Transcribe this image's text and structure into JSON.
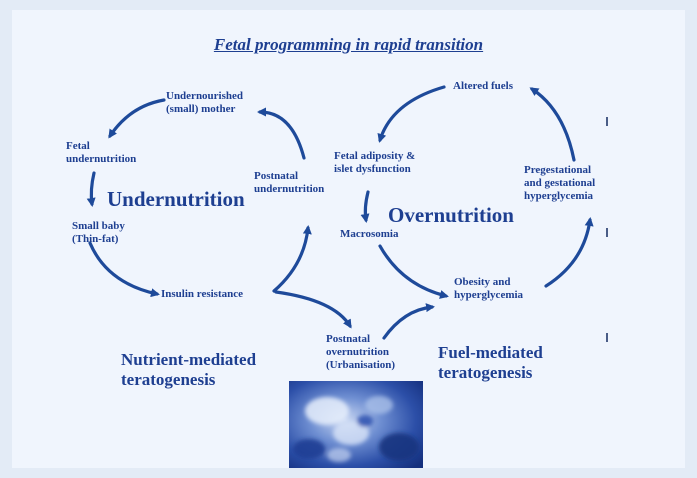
{
  "title": "Fetal programming in rapid transition",
  "undernutrition_cycle": {
    "center_label": "Undernutrition",
    "undernourished_mother": "Undernourished\n(small) mother",
    "fetal_undernutrition": "Fetal\nundernutrition",
    "small_baby": "Small baby\n(Thin-fat)",
    "insulin_resistance": "Insulin resistance",
    "postnatal_undernutrition": "Postnatal\nundernutrition"
  },
  "overnutrition_cycle": {
    "center_label": "Overnutrition",
    "altered_fuels": "Altered fuels",
    "fetal_adiposity": "Fetal adiposity &\nislet dysfunction",
    "macrosomia": "Macrosomia",
    "obesity": "Obesity and\nhyperglycemia",
    "pregestational": "Pregestational\nand gestational\nhyperglycemia"
  },
  "postnatal_overnutrition": "Postnatal\novernutrition\n(Urbanisation)",
  "nutrient_mediated": "Nutrient-mediated\nteratogenesis",
  "fuel_mediated": "Fuel-mediated\nteratogenesis",
  "colors": {
    "text": "#1e3f91",
    "arrow": "#1e4a9a",
    "background": "#f0f5fd",
    "frame": "#e3ebf6"
  }
}
